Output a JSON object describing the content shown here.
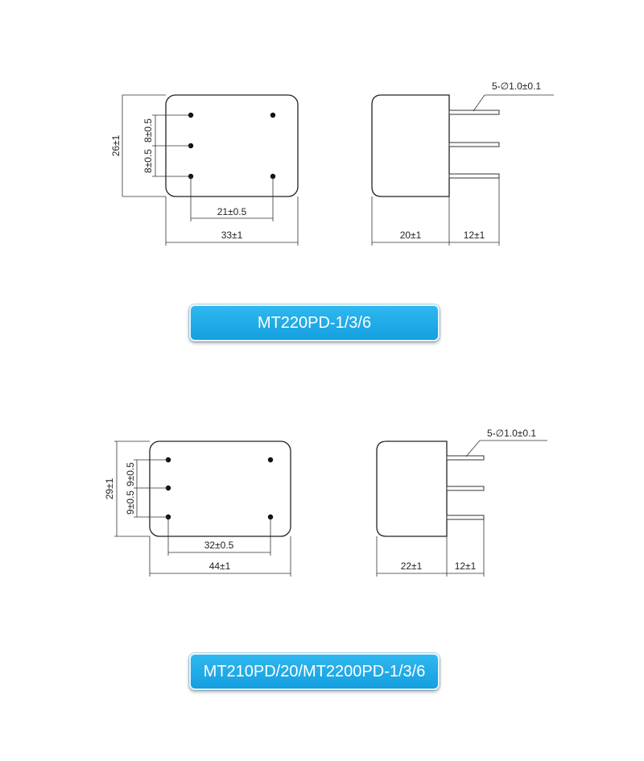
{
  "models": [
    {
      "name": "MT220PD-1/3/6",
      "dims": {
        "height": "26±1",
        "pin_pitch_upper": "8±0.5",
        "pin_pitch_lower": "8±0.5",
        "pin_span": "21±0.5",
        "width": "33±1",
        "depth": "20±1",
        "pin_length": "12±1",
        "pin_spec": "5-∅1.0±0.1"
      }
    },
    {
      "name": "MT210PD/20/MT2200PD-1/3/6",
      "dims": {
        "height": "29±1",
        "pin_pitch_upper": "9±0.5",
        "pin_pitch_lower": "9±0.5",
        "pin_span": "32±0.5",
        "width": "44±1",
        "depth": "22±1",
        "pin_length": "12±1",
        "pin_spec": "5-∅1.0±0.1"
      }
    }
  ]
}
